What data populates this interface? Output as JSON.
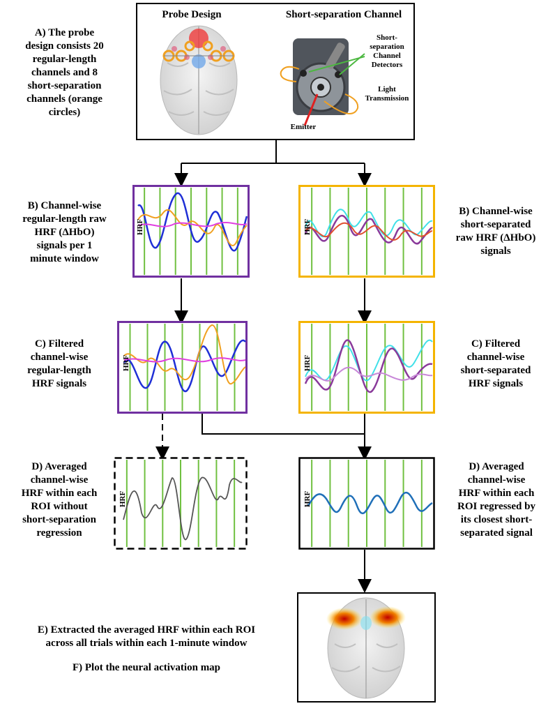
{
  "top_panel": {
    "probe_title": "Probe Design",
    "channel_title": "Short-separation Channel",
    "callout_detectors": "Short-\nseparation\nChannel\nDetectors",
    "callout_light": "Light\nTransmission",
    "callout_emitter": "Emitter"
  },
  "labels": {
    "a": "A) The probe\ndesign consists 20\nregular-length\nchannels and 8\nshort-separation\nchannels (orange\ncircles)",
    "b_left": "B) Channel-wise\nregular-length raw\nHRF (ΔHbO)\nsignals per 1\nminute window",
    "b_right": "B) Channel-wise\nshort-separated\nraw HRF (ΔHbO)\nsignals",
    "c_left": "C) Filtered\nchannel-wise\nregular-length\nHRF signals",
    "c_right": "C) Filtered\nchannel-wise\nshort-separated\nHRF signals",
    "d_left": "D) Averaged\nchannel-wise\nHRF within each\nROI without\nshort-separation\nregression",
    "d_right": "D) Averaged\nchannel-wise\nHRF within each\nROI regressed by\nits closest short-\nseparated signal",
    "e": "E) Extracted the averaged HRF within each ROI\nacross all trials within each 1-minute window",
    "f": "F) Plot the neural activation map"
  },
  "axis_label": "HRF",
  "colors": {
    "purple_frame": "#7030a0",
    "orange_frame": "#f4b400",
    "stim_lines": "#70c040",
    "blue": "#1f2fd6",
    "orange": "#f0a020",
    "magenta": "#e040e0",
    "cyan": "#40e0e8",
    "purple": "#8a3a9a",
    "red": "#e05030",
    "gray": "#555555",
    "avg_blue": "#1f6fb8"
  }
}
